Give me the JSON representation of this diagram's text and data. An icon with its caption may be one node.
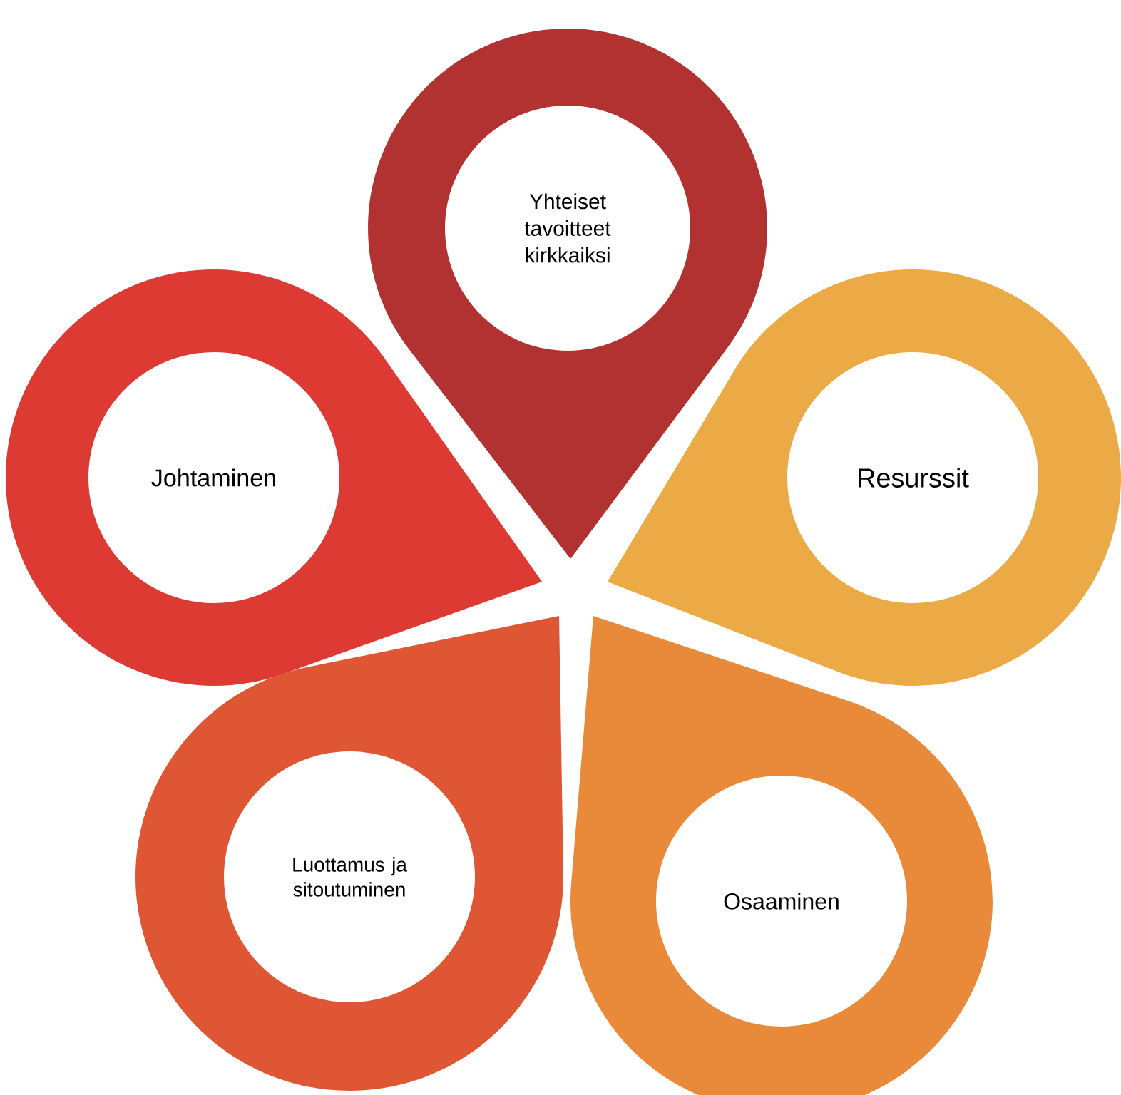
{
  "diagram": {
    "nodes": [
      {
        "text": [
          "Yhteiset tavoitteet kirkkaiksi"
        ]
      },
      {
        "text": [
          "Johtaminen"
        ]
      },
      {
        "text": [
          "Resurssit"
        ]
      },
      {
        "text": [
          "Luottamus ja sitoutuminen"
        ]
      },
      {
        "text": [
          "Osaaminen"
        ]
      }
    ]
  }
}
